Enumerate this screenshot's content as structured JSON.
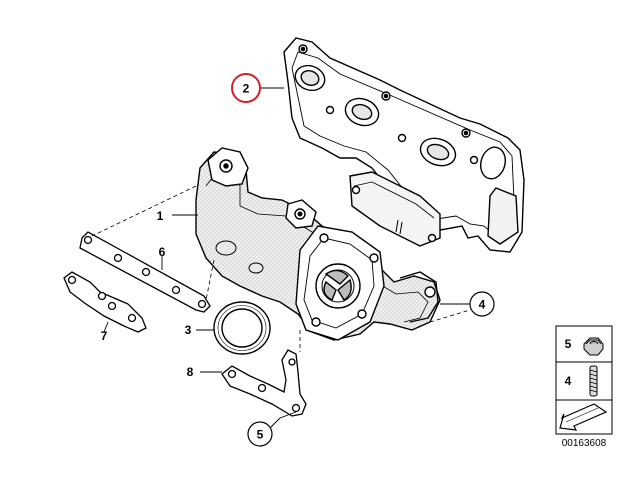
{
  "diagram": {
    "callouts": {
      "p1": "1",
      "p2": "2",
      "p3": "3",
      "p4": "4",
      "p5": "5",
      "p6": "6",
      "p7": "7",
      "p8": "8"
    },
    "legend": {
      "nut_label": "5",
      "stud_label": "4"
    },
    "reference_number": "00163608",
    "colors": {
      "outline": "#000000",
      "highlight_circle": "#d0212b",
      "shading": "#d9d9d9"
    }
  }
}
